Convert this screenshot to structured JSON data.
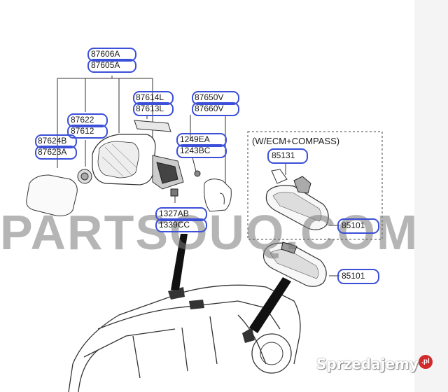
{
  "section": {
    "title": "(W/ECM+COMPASS)"
  },
  "parts": {
    "p87606A": "87606A",
    "p87605A": "87605A",
    "p87614L": "87614L",
    "p87613L": "87613L",
    "p87650V": "87650V",
    "p87660V": "87660V",
    "p87622": "87622",
    "p87612": "87612",
    "p87624B": "87624B",
    "p87623A": "87623A",
    "p1249EA": "1249EA",
    "p1243BC": "1243BC",
    "p1327AB": "1327AB",
    "p1339CC": "1339CC",
    "p85131": "85131",
    "p85101_upper": "85101",
    "p85101_lower": "85101"
  },
  "watermark": {
    "text": "PARTSOUQ.COM"
  },
  "brand": {
    "name": "Sprzedajemy",
    "suffix": ".pl"
  },
  "colors": {
    "callout": "#3b4fd8",
    "line": "#333333",
    "watermark": "#8a8a8a",
    "brand_badge": "#d02a2a"
  }
}
